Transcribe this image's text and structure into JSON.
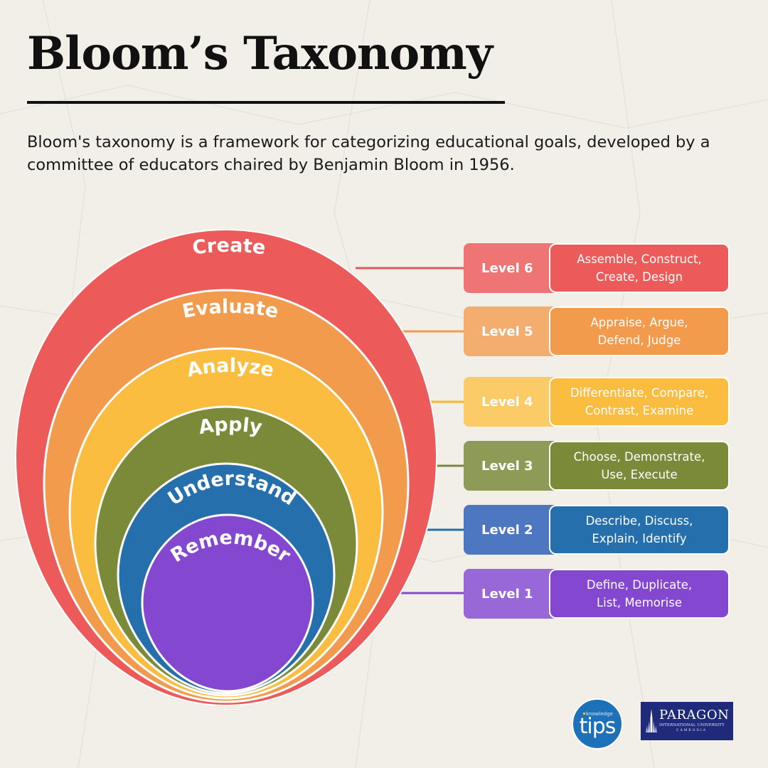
{
  "header": {
    "title": "Bloom’s Taxonomy",
    "description": "Bloom's taxonomy is a framework for categorizing educational goals, developed by a committee of educators chaired by Benjamin Bloom in 1956."
  },
  "levels": [
    {
      "name": "Create",
      "level_label": "Level 6",
      "verbs": [
        "Assemble, Construct,",
        "Create, Design"
      ],
      "color": "#ec5a5a",
      "tag_color": "#ef7575"
    },
    {
      "name": "Evaluate",
      "level_label": "Level 5",
      "verbs": [
        "Appraise, Argue,",
        "Defend, Judge"
      ],
      "color": "#f29b4c",
      "tag_color": "#f3ad6f"
    },
    {
      "name": "Analyze",
      "level_label": "Level 4",
      "verbs": [
        "Differentiate, Compare,",
        "Contrast, Examine"
      ],
      "color": "#fbbd40",
      "tag_color": "#fbcb68"
    },
    {
      "name": "Apply",
      "level_label": "Level 3",
      "verbs": [
        "Choose, Demonstrate,",
        "Use, Execute"
      ],
      "color": "#7a8a38",
      "tag_color": "#8d9b56"
    },
    {
      "name": "Understand",
      "level_label": "Level 2",
      "verbs": [
        "Describe, Discuss,",
        "Explain, Identify"
      ],
      "color": "#2570ac",
      "tag_color": "#4d77c1"
    },
    {
      "name": "Remember",
      "level_label": "Level 1",
      "verbs": [
        "Define, Duplicate,",
        "List, Memorise"
      ],
      "color": "#8447cf",
      "tag_color": "#9868d8"
    }
  ],
  "logos": {
    "tips": {
      "small_text": "knowledge",
      "word": "tips"
    },
    "paragon": {
      "name": "PARAGON",
      "subtitle": "INTERNATIONAL UNIVERSITY",
      "city": "CAMBODIA"
    }
  }
}
